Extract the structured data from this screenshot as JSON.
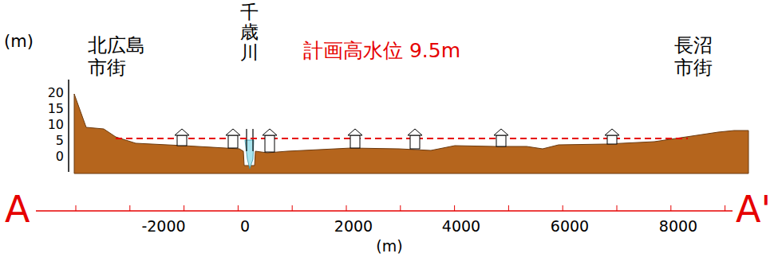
{
  "diagram": {
    "labels": [
      "(m)",
      "20",
      "15",
      "10",
      "5",
      "0",
      "北広島 市街",
      "千歳川",
      "計画高水位 9.5m",
      "長沼 市街",
      "A",
      "A'",
      "-2000",
      "0",
      "2000",
      "4000",
      "6000",
      "8000",
      "(m)"
    ]
  }
}
